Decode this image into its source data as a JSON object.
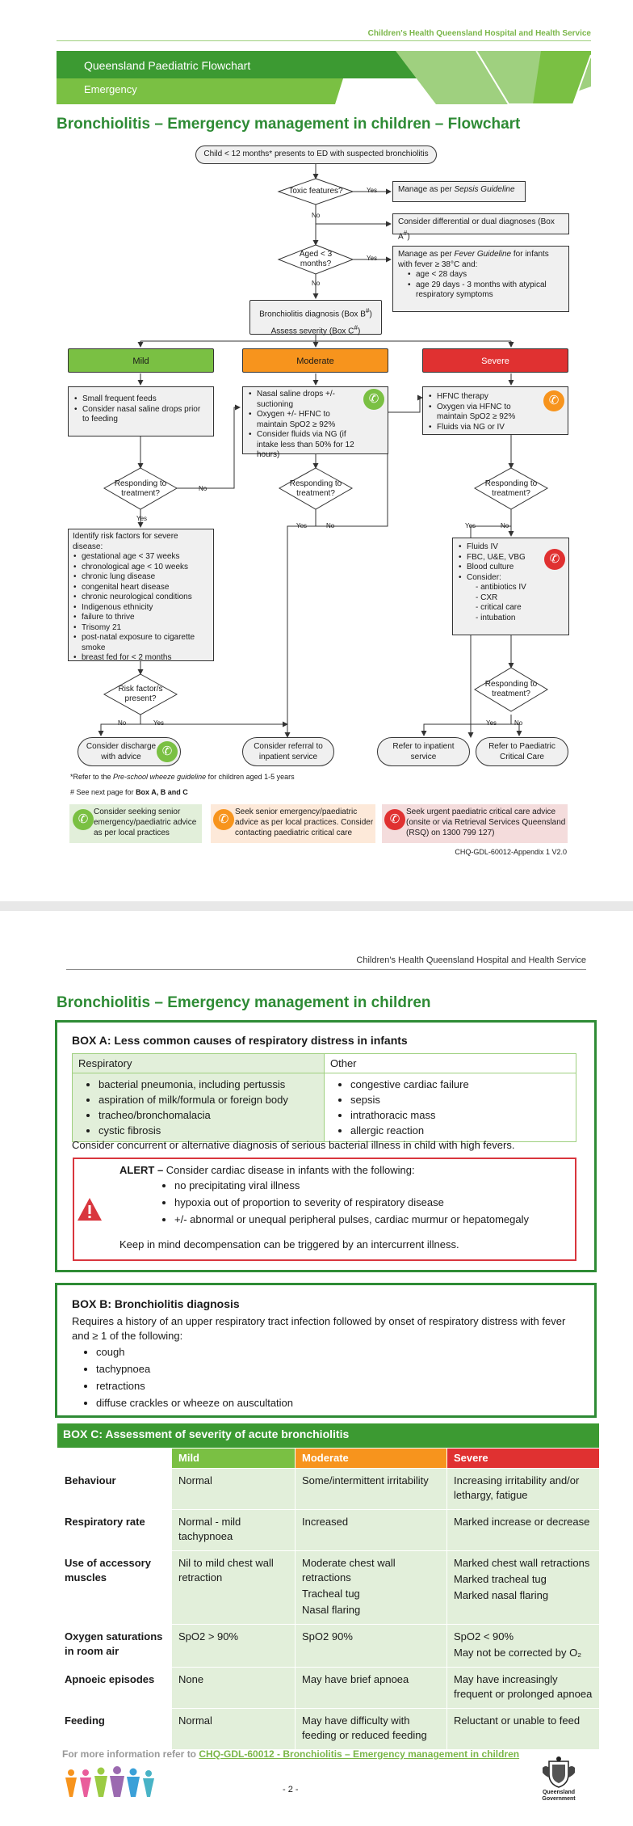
{
  "page1": {
    "hhs_name": "Children's Health Queensland Hospital and Health Service",
    "banner_title": "Queensland Paediatric Flowchart",
    "banner_subtitle": "Emergency",
    "title": "Bronchiolitis – Emergency management in children – Flowchart",
    "flow": {
      "start": "Child < 12 months* presents to ED with suspected bronchiolitis",
      "toxic": "Toxic features?",
      "sepsis_pre": "Manage as per ",
      "sepsis_guideline": "Sepsis Guideline",
      "differential": "Consider differential or dual diagnoses (Box A",
      "differential_sup": "#",
      "differential_end": ")",
      "aged": "Aged < 3 months?",
      "fever_pre": "Manage as per ",
      "fever_guideline": "Fever Guideline",
      "fever_post": " for infants with fever ≥ 38°C and:",
      "fever_items": [
        "age < 28 days",
        "age 29 days - 3 months with atypical respiratory symptoms"
      ],
      "diagnosis": "Bronchiolitis diagnosis (Box B",
      "diagnosis_sup": "#",
      "diagnosis_end": ")",
      "assess": "Assess severity (Box C",
      "assess_sup": "#",
      "assess_end": ")",
      "yes": "Yes",
      "no": "No",
      "mild": "Mild",
      "moderate": "Moderate",
      "severe": "Severe",
      "mild_items": [
        "Small frequent feeds",
        "Consider nasal saline drops prior to feeding"
      ],
      "moderate_items": [
        "Nasal saline drops +/- suctioning",
        "Oxygen +/- HFNC to maintain SpO2 ≥ 92%",
        "Consider fluids via NG (if intake less than 50% for 12 hours)"
      ],
      "severe_items": [
        "HFNC therapy",
        "Oxygen via HFNC to maintain SpO2 ≥ 92%",
        "Fluids via NG or IV"
      ],
      "responding": "Responding to treatment?",
      "risk_title": "Identify risk factors for severe disease:",
      "risk_items": [
        "gestational age < 37 weeks",
        "chronological age < 10 weeks",
        "chronic lung disease",
        "congenital heart disease",
        "chronic neurological conditions",
        "Indigenous ethnicity",
        "failure to thrive",
        "Trisomy 21",
        "post-natal exposure to cigarette smoke",
        "breast fed for < 2 months"
      ],
      "severe2_items": [
        "Fluids IV",
        "FBC, U&E, VBG",
        "Blood culture",
        "Consider:"
      ],
      "severe2_sub": [
        "- antibiotics IV",
        "- CXR",
        "- critical care",
        "- intubation"
      ],
      "risk_present": "Risk factor/s present?",
      "discharge": "Consider discharge with advice",
      "referral": "Consider referral to inpatient service",
      "refer_inpatient": "Refer to inpatient service",
      "refer_picu": "Refer to Paediatric Critical Care"
    },
    "footnote1_pre": "*Refer to the ",
    "footnote1_link": "Pre-school wheeze guideline",
    "footnote1_post": " for children aged 1-5 years",
    "footnote2_pre": "# See next page for ",
    "footnote2_bold": "Box A, B and C",
    "legend": [
      {
        "text": "Consider seeking senior emergency/paediatric advice as per local practices",
        "color": "#7ac043",
        "bg": "#e2efda"
      },
      {
        "text": "Seek senior emergency/paediatric advice as per local practices. Consider contacting paediatric critical care",
        "color": "#f7941d",
        "bg": "#fde9d9"
      },
      {
        "text": "Seek urgent paediatric critical care advice (onsite or via Retrieval Services Queensland (RSQ) on 1300 799 127)",
        "color": "#e03131",
        "bg": "#f4dcdc"
      }
    ],
    "doc_ref": "CHQ-GDL-60012-Appendix 1 V2.0"
  },
  "page2": {
    "hhs_name": "Children's Health Queensland Hospital and Health Service",
    "title": "Bronchiolitis – Emergency management in children",
    "boxA": {
      "title": "BOX A: Less common causes of respiratory distress in infants",
      "col1": "Respiratory",
      "col2": "Other",
      "resp_items": [
        "bacterial pneumonia, including pertussis",
        "aspiration of milk/formula or foreign body",
        "tracheo/bronchomalacia",
        "cystic fibrosis"
      ],
      "other_items": [
        "congestive cardiac failure",
        "sepsis",
        "intrathoracic mass",
        "allergic reaction"
      ],
      "note": "Consider concurrent or alternative diagnosis of serious bacterial illness in child with high fevers.",
      "alert_label": "ALERT –",
      "alert_text": " Consider cardiac disease in infants with the following:",
      "alert_items": [
        "no precipitating viral illness",
        "hypoxia out of proportion to severity of respiratory disease",
        "+/- abnormal or unequal peripheral pulses, cardiac murmur or hepatomegaly"
      ],
      "alert_footer": "Keep in mind decompensation can be triggered by an intercurrent illness."
    },
    "boxB": {
      "title": "BOX B: Bronchiolitis diagnosis",
      "text": "Requires a history of an upper respiratory tract infection followed by onset of respiratory distress with fever and ≥ 1 of the following:",
      "items": [
        "cough",
        "tachypnoea",
        "retractions",
        "diffuse crackles or wheeze on auscultation"
      ]
    },
    "boxC": {
      "title": "BOX C: Assessment of severity of acute bronchiolitis",
      "headers": [
        "Mild",
        "Moderate",
        "Severe"
      ],
      "rows": [
        {
          "label": "Behaviour",
          "mild": [
            "Normal"
          ],
          "moderate": [
            "Some/intermittent irritability"
          ],
          "severe": [
            "Increasing irritability and/or lethargy, fatigue"
          ]
        },
        {
          "label": "Respiratory rate",
          "mild": [
            "Normal - mild tachypnoea"
          ],
          "moderate": [
            "Increased"
          ],
          "severe": [
            "Marked increase or decrease"
          ]
        },
        {
          "label": "Use of accessory muscles",
          "mild": [
            "Nil to mild chest wall retraction"
          ],
          "moderate": [
            "Moderate chest wall retractions",
            "Tracheal tug",
            "Nasal flaring"
          ],
          "severe": [
            "Marked chest wall retractions",
            "Marked tracheal tug",
            "Marked nasal flaring"
          ]
        },
        {
          "label": "Oxygen saturations in room air",
          "mild": [
            "SpO2 > 90%"
          ],
          "moderate": [
            "SpO2 90%"
          ],
          "severe": [
            "SpO2 < 90%",
            "May not be corrected by O₂"
          ]
        },
        {
          "label": "Apnoeic episodes",
          "mild": [
            "None"
          ],
          "moderate": [
            "May have brief apnoea"
          ],
          "severe": [
            "May have increasingly frequent or prolonged apnoea"
          ]
        },
        {
          "label": "Feeding",
          "mild": [
            "Normal"
          ],
          "moderate": [
            "May have difficulty with feeding or reduced feeding"
          ],
          "severe": [
            "Reluctant or unable to feed"
          ]
        }
      ]
    },
    "more_info_pre": "For more information refer to ",
    "more_info_link": "CHQ-GDL-60012 - Bronchiolitis – Emergency management in children",
    "page_number": "- 2 -",
    "gov_label": "Queensland Government"
  }
}
